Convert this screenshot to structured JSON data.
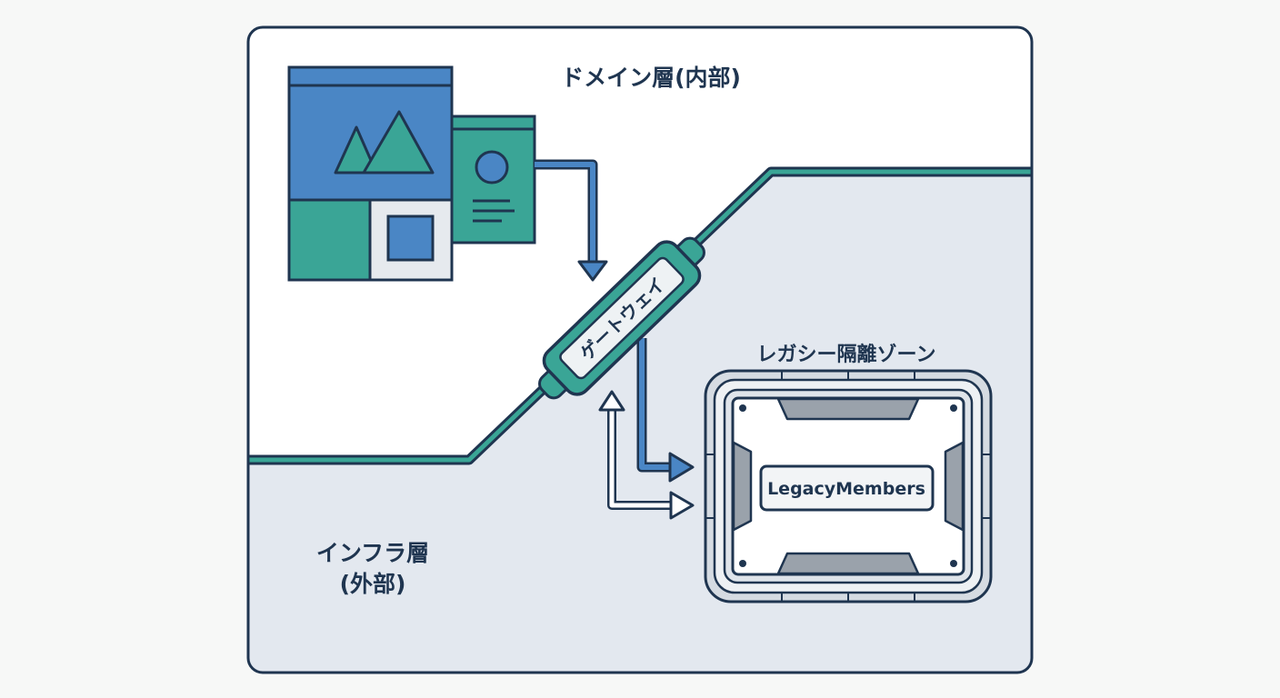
{
  "labels": {
    "domain_layer": "ドメイン層(内部)",
    "infra_layer_line1": "インフラ層",
    "infra_layer_line2": "(外部)",
    "gateway": "ゲートウェイ",
    "legacy_zone": "レガシー隔離ゾーン",
    "legacy_members": "LegacyMembers"
  },
  "colors": {
    "outline": "#1f3550",
    "blue": "#4a86c5",
    "teal": "#3aa596",
    "infra_fill": "#e3e8ef",
    "boundary": "#3aa596"
  },
  "icons": {
    "domain_model": "window-with-mountain-icon",
    "profile_card": "profile-card-icon",
    "legacy_container": "armored-container-icon"
  }
}
